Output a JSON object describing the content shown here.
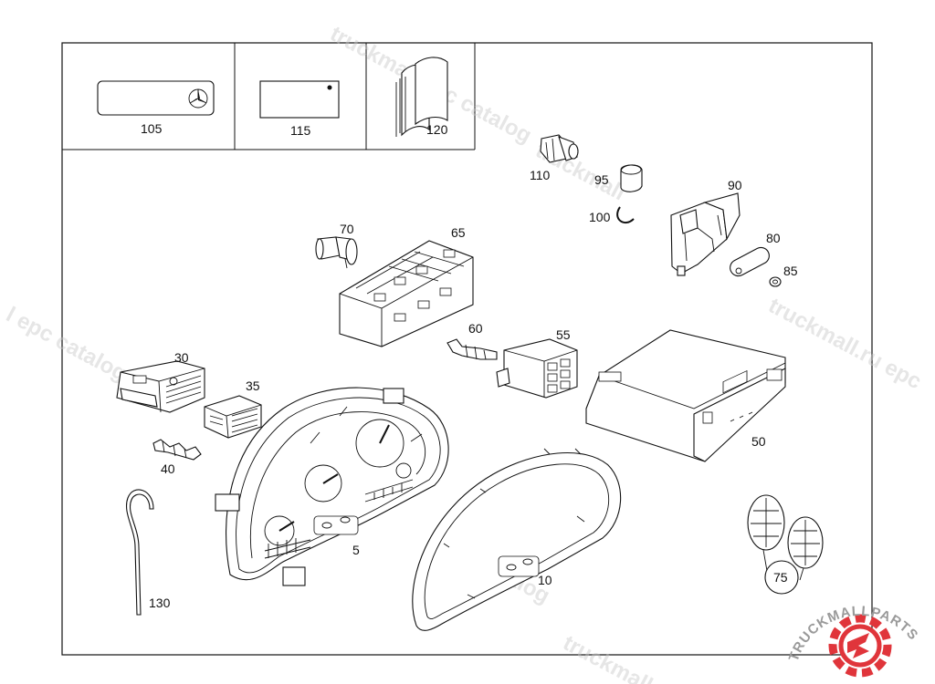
{
  "parts": [
    {
      "id": "105",
      "icon": "placard-star-icon"
    },
    {
      "id": "115",
      "icon": "placard-icon"
    },
    {
      "id": "120",
      "icon": "booklet-icon"
    },
    {
      "id": "110",
      "icon": "socket-icon"
    },
    {
      "id": "95",
      "icon": "cap-icon"
    },
    {
      "id": "100",
      "icon": "ring-icon"
    },
    {
      "id": "90",
      "icon": "holder-icon"
    },
    {
      "id": "80",
      "icon": "cover-icon"
    },
    {
      "id": "85",
      "icon": "nut-icon"
    },
    {
      "id": "70",
      "icon": "bulb-socket-icon"
    },
    {
      "id": "65",
      "icon": "connector-housing-icon"
    },
    {
      "id": "60",
      "icon": "terminal-icon"
    },
    {
      "id": "55",
      "icon": "plug-icon"
    },
    {
      "id": "50",
      "icon": "tachograph-icon"
    },
    {
      "id": "30",
      "icon": "connector-icon"
    },
    {
      "id": "35",
      "icon": "plug-icon"
    },
    {
      "id": "40",
      "icon": "contact-strip-icon"
    },
    {
      "id": "130",
      "icon": "hook-tool-icon"
    },
    {
      "id": "5",
      "icon": "instrument-cluster-icon"
    },
    {
      "id": "10",
      "icon": "cluster-frame-icon"
    },
    {
      "id": "75",
      "icon": "dial-faces-icon"
    }
  ],
  "watermark": {
    "catalog": "truckmall epc catalog",
    "epc": "l epc catalog",
    "epc_short": "epc catalog",
    "site": "truckmall.ru epc",
    "site_short": "truckmall.ru e",
    "trucks": "truckmall",
    "tail": "truckmall.ru"
  },
  "brand": {
    "text": "TRUCKMALLPARTS",
    "colors": {
      "gear": "#e0353b",
      "text": "#9a9a9a"
    }
  }
}
